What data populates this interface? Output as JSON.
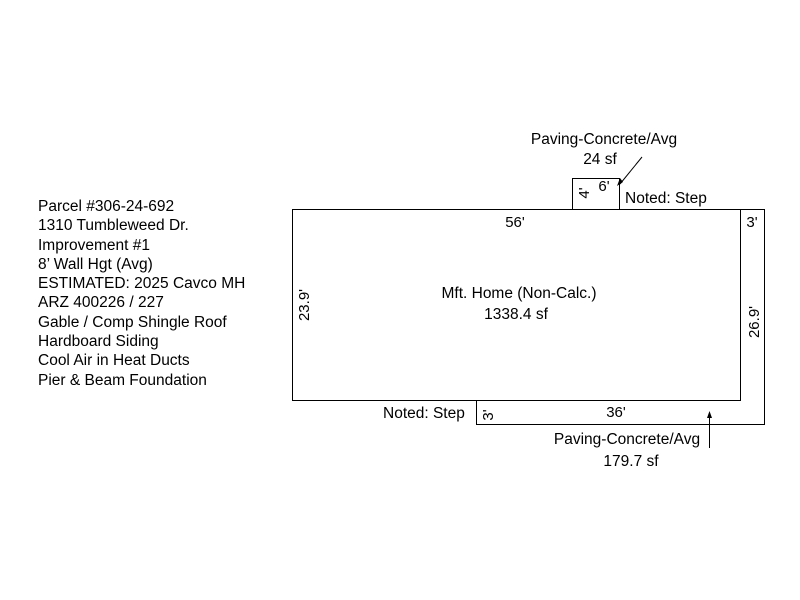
{
  "parcel_info": [
    "Parcel #306-24-692",
    "1310 Tumbleweed Dr.",
    "Improvement #1",
    "8’ Wall Hgt (Avg)",
    "ESTIMATED: 2025 Cavco MH",
    "ARZ 400226 / 227",
    "Gable / Comp Shingle Roof",
    "Hardboard Siding",
    "Cool Air in Heat Ducts",
    "Pier & Beam Foundation"
  ],
  "home": {
    "name": "Mft. Home (Non-Calc.)",
    "area": "1338.4 sf",
    "dim_top": "56'",
    "dim_left": "23.9'"
  },
  "top_paving": {
    "name": "Paving-Concrete/Avg",
    "area": "24 sf",
    "dim_width": "6'",
    "dim_depth": "4'",
    "note": "Noted: Step"
  },
  "bottom_paving": {
    "name": "Paving-Concrete/Avg",
    "area": "179.7 sf",
    "dim_bottom": "36'",
    "dim_side": "3'",
    "dim_right_top": "3'",
    "dim_right": "26.9'",
    "note": "Noted: Step"
  }
}
